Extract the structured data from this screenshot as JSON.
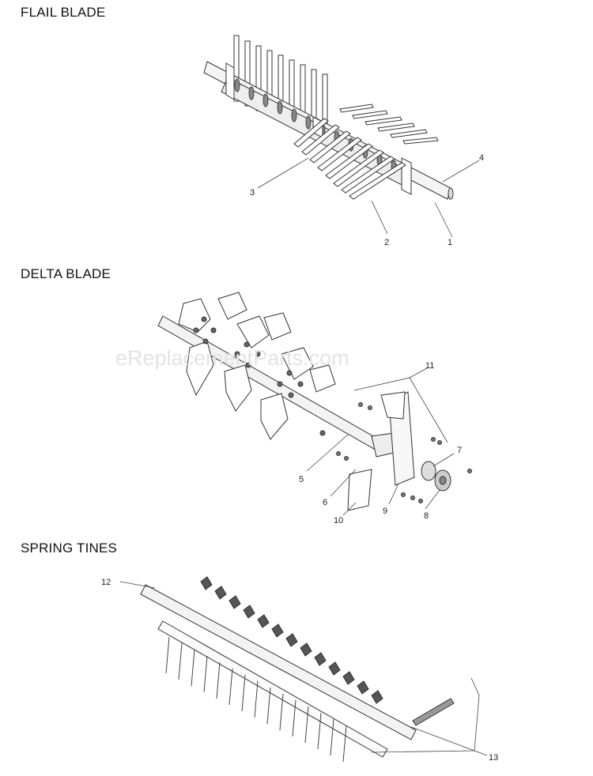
{
  "watermark": "eReplacementParts.com",
  "sections": {
    "flail": {
      "title": "FLAIL BLADE",
      "callouts": [
        "1",
        "2",
        "3",
        "4"
      ]
    },
    "delta": {
      "title": "DELTA BLADE",
      "callouts": [
        "5",
        "6",
        "7",
        "8",
        "9",
        "10",
        "11"
      ]
    },
    "spring": {
      "title": "SPRING TINES",
      "callouts": [
        "12",
        "13"
      ]
    }
  }
}
